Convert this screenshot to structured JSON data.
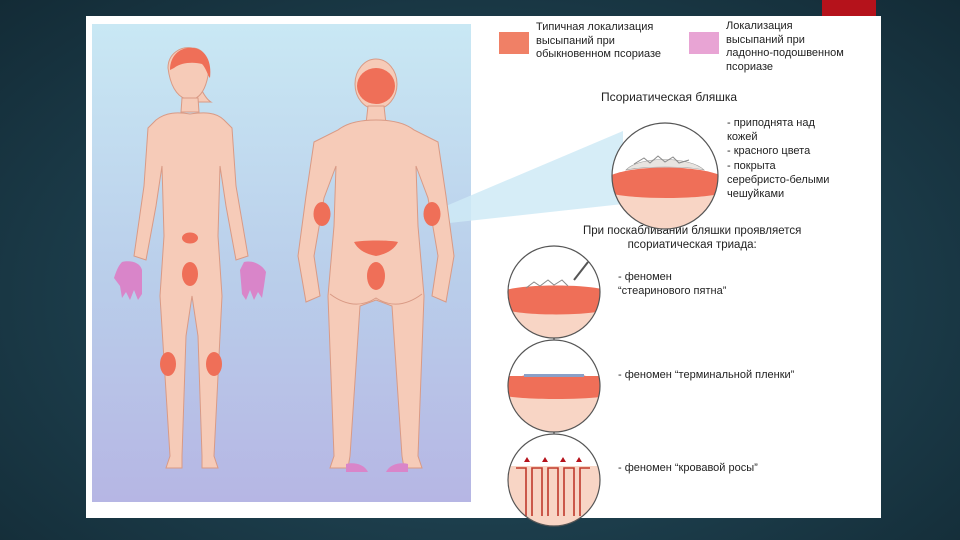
{
  "legend": {
    "typical": {
      "text": "Типичная локализация\nвысыпаний при\nобыкновенном псориазе",
      "color": "#f08066"
    },
    "palmar": {
      "text": "Локализация\nвысыпаний при\nладонно-подошвенном\nпсориазе",
      "color": "#e8a4d4"
    }
  },
  "plaque": {
    "title": "Псориатическая бляшка",
    "traits": "- приподнята над\nкожей\n- красного цвета\n- покрыта\nсеребристо-белыми\nчешуйками"
  },
  "triad": {
    "title": "При поскабливании бляшки проявляется\nпсориатическая триада:",
    "items": [
      {
        "label": "- феномен\n“стеаринового пятна”"
      },
      {
        "label": "- феномен “терминальной пленки”"
      },
      {
        "label": "- феномен “кровавой росы”"
      }
    ]
  },
  "colors": {
    "skin": "#f6cbb8",
    "lesion": "#ef6f58",
    "palm": "#d985c9",
    "panel_top": "#c9e8f4",
    "panel_bottom": "#b6b6e4"
  }
}
